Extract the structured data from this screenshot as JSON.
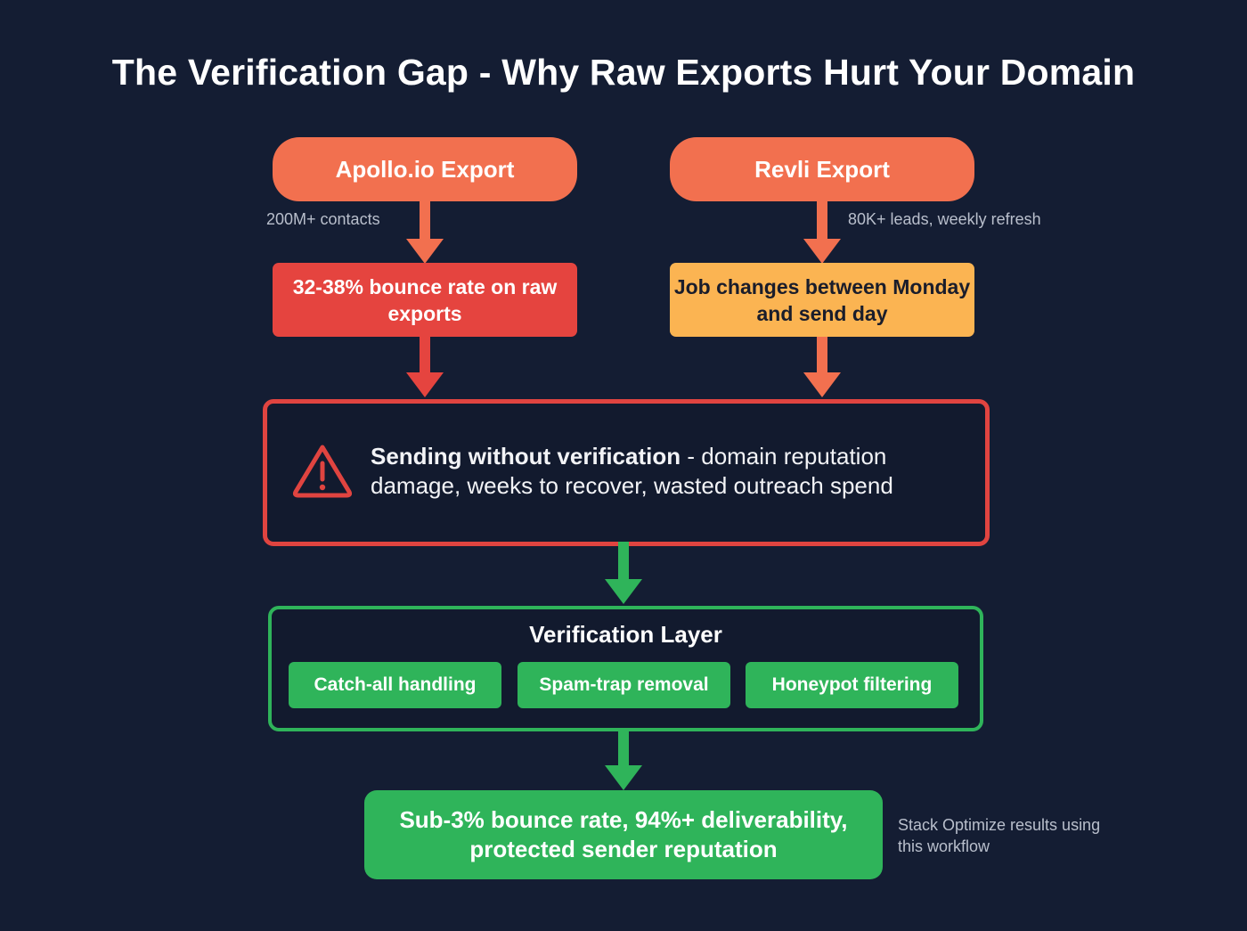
{
  "title": "The Verification Gap - Why Raw Exports Hurt Your Domain",
  "colors": {
    "background": "#141d33",
    "source_orange": "#f2704f",
    "problem_red": "#e5443f",
    "problem_amber": "#fbb452",
    "warning_border": "#e04440",
    "success_green": "#2fb45a"
  },
  "sources": [
    {
      "label": "Apollo.io Export",
      "note": "200M+ contacts",
      "problem": "32-38% bounce rate on raw exports"
    },
    {
      "label": "Revli Export",
      "note": "80K+ leads, weekly refresh",
      "problem": "Job changes between Monday and send day"
    }
  ],
  "warning": {
    "icon": "warning-triangle-icon",
    "bold": "Sending without verification",
    "rest": " - domain reputation damage, weeks to recover, wasted outreach spend"
  },
  "verification_layer": {
    "title": "Verification Layer",
    "steps": [
      "Catch-all handling",
      "Spam-trap removal",
      "Honeypot filtering"
    ]
  },
  "result": {
    "text": "Sub-3% bounce rate, 94%+ deliverability, protected sender reputation",
    "note": "Stack Optimize results using this workflow"
  }
}
